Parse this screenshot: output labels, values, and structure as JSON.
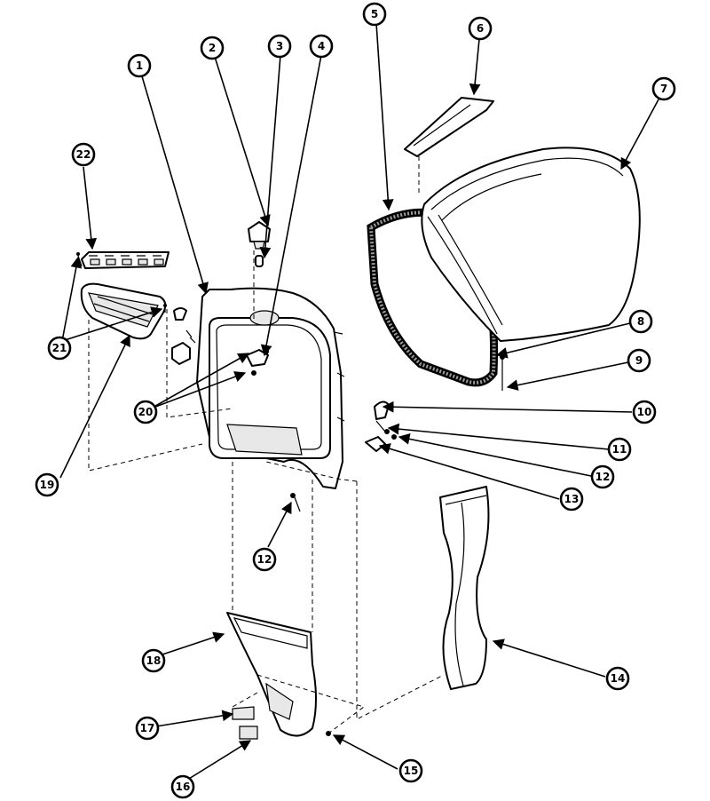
{
  "callouts": [
    {
      "label": "1"
    },
    {
      "label": "2"
    },
    {
      "label": "3"
    },
    {
      "label": "4"
    },
    {
      "label": "5"
    },
    {
      "label": "6"
    },
    {
      "label": "7"
    },
    {
      "label": "8"
    },
    {
      "label": "9"
    },
    {
      "label": "10"
    },
    {
      "label": "11"
    },
    {
      "label": "12"
    },
    {
      "label": "13"
    },
    {
      "label": "12"
    },
    {
      "label": "14"
    },
    {
      "label": "15"
    },
    {
      "label": "16"
    },
    {
      "label": "17"
    },
    {
      "label": "18"
    },
    {
      "label": "19"
    },
    {
      "label": "20"
    },
    {
      "label": "21"
    },
    {
      "label": "22"
    }
  ]
}
